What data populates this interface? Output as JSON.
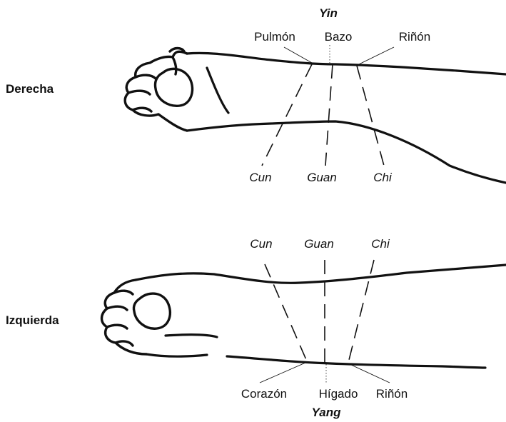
{
  "top_section": {
    "side_label": "Derecha",
    "polarity_label": "Yin",
    "organs": [
      "Pulmón",
      "Bazo",
      "Riñón"
    ],
    "positions": [
      "Cun",
      "Guan",
      "Chi"
    ]
  },
  "bottom_section": {
    "side_label": "Izquierda",
    "polarity_label": "Yang",
    "organs": [
      "Corazón",
      "Hígado",
      "Riñón"
    ],
    "positions": [
      "Cun",
      "Guan",
      "Chi"
    ]
  }
}
